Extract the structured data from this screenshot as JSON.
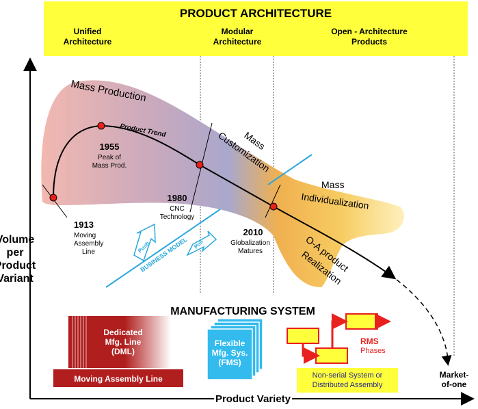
{
  "header": {
    "title": "PRODUCT ARCHITECTURE",
    "col1_line1": "Unified",
    "col1_line2": "Architecture",
    "col2_line1": "Modular",
    "col2_line2": "Architecture",
    "col3_line1": "Open - Architecture",
    "col3_line2": "Products"
  },
  "axes": {
    "y_line1": "Volume",
    "y_line2": "per",
    "y_line3": "Product",
    "y_line4": "Variant",
    "x_label": "Product Variety",
    "end_line1": "Market-",
    "end_line2": "of-one"
  },
  "regions": {
    "mass_production": "Mass Production",
    "mass_customization_line1": "Mass",
    "mass_customization_line2": "Customization",
    "mass_individualization_line1": "Mass",
    "mass_individualization_line2": "Individualization",
    "oa_line1": "O-A product",
    "oa_line2": "Realization"
  },
  "trend_label": "Product Trend",
  "milestones": {
    "m1913": {
      "year": "1913",
      "line1": "Moving",
      "line2": "Assembly",
      "line3": "Line"
    },
    "m1955": {
      "year": "1955",
      "line1": "Peak of",
      "line2": "Mass Prod."
    },
    "m1980": {
      "year": "1980",
      "line1": "CNC",
      "line2": "Technology"
    },
    "m2010": {
      "year": "2010",
      "line1": "Globalization",
      "line2": "Matures"
    }
  },
  "business_model": {
    "label": "BUSINESS MODEL",
    "push": "Push",
    "pull": "Pull"
  },
  "manufacturing": {
    "title": "MANUFACTURING SYSTEM",
    "dml_line1": "Dedicated",
    "dml_line2": "Mfg. Line",
    "dml_line3": "(DML)",
    "dml_caption": "Moving Assembly Line",
    "fms_line1": "Flexible",
    "fms_line2": "Mfg. Sys.",
    "fms_line3": "(FMS)",
    "rms_line1": "RMS",
    "rms_line2": "Phases",
    "rms_caption_line1": "Non-serial System or",
    "rms_caption_line2": "Distributed Assembly"
  },
  "colors": {
    "header_bg": "#ffff3c",
    "dml_red": "#b01e1e",
    "fms_cyan": "#33bbee",
    "rms_yellow": "#ffff3c",
    "rms_red": "#e8201e",
    "point_red": "#e8201e",
    "business_cyan": "#2aa8dd"
  }
}
